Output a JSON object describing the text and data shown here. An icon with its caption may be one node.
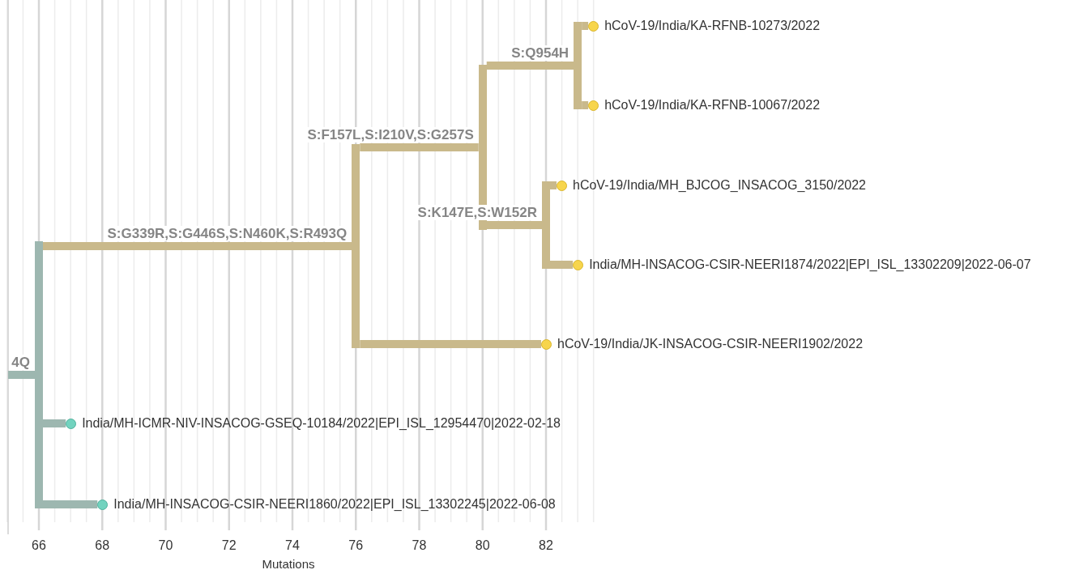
{
  "diagram": {
    "nodes": [
      {
        "text": [
          "hCoV-19/India/KA-RFNB-10273/2022"
        ]
      },
      {
        "text": [],
        "shape": "bar"
      },
      {
        "text": [
          "hCoV-19/India/KA-RFNB-10067/2022"
        ]
      },
      {
        "text": [],
        "shape": "bar"
      },
      {
        "text": [],
        "shape": "bar"
      },
      {
        "text": [
          "hCoV-19/India/MH_BJCOG_INSACOG_3150/2022"
        ]
      },
      {
        "text": [],
        "shape": "bar"
      },
      {
        "text": [
          "India/MH-INSACOG-CSIR-NEERI1874/2022|EPI_ISL_13302209|2022-06-07"
        ]
      },
      {
        "text": [],
        "shape": "bar"
      },
      {
        "text": [
          "hCoV-19/India/JK-INSACOG-CSIR-NEERI1902/2022"
        ]
      },
      {
        "text": [
          "India/MH-ICMR-NIV-INSACOG-GSEQ-10184/2022|EPI_ISL_12954470|2022-02-18"
        ]
      },
      {
        "text": [
          "India/MH-INSACOG-CSIR-NEERI1860/2022|EPI_ISL_13302245|2022-06-08"
        ]
      }
    ],
    "edges": [
      {
        "from": null,
        "to": 8,
        "arrow": "none",
        "label": "4Q",
        "color": "#9db7b0"
      },
      {
        "from": 8,
        "to": 4,
        "arrow": "none",
        "label": "S:G339R,S:G446S,S:N460K,S:R493Q"
      },
      {
        "from": 8,
        "to": 10,
        "arrow": "none",
        "color": "#9db7b0"
      },
      {
        "from": 8,
        "to": 11,
        "arrow": "none",
        "color": "#9db7b0"
      },
      {
        "from": 4,
        "to": 3,
        "arrow": "none",
        "label": "S:F157L,S:I210V,S:G257S"
      },
      {
        "from": 4,
        "to": 9,
        "arrow": "none"
      },
      {
        "from": 3,
        "to": 1,
        "arrow": "none",
        "label": "S:Q954H"
      },
      {
        "from": 3,
        "to": 6,
        "arrow": "none",
        "label": "S:K147E,S:W152R"
      },
      {
        "from": 1,
        "to": 0,
        "arrow": "none"
      },
      {
        "from": 1,
        "to": 2,
        "arrow": "none"
      },
      {
        "from": 6,
        "to": 5,
        "arrow": "none"
      },
      {
        "from": 6,
        "to": 7,
        "arrow": "none"
      }
    ],
    "labels": [
      "66",
      "68",
      "70",
      "72",
      "74",
      "76",
      "78",
      "80",
      "82",
      "Mutations"
    ]
  }
}
